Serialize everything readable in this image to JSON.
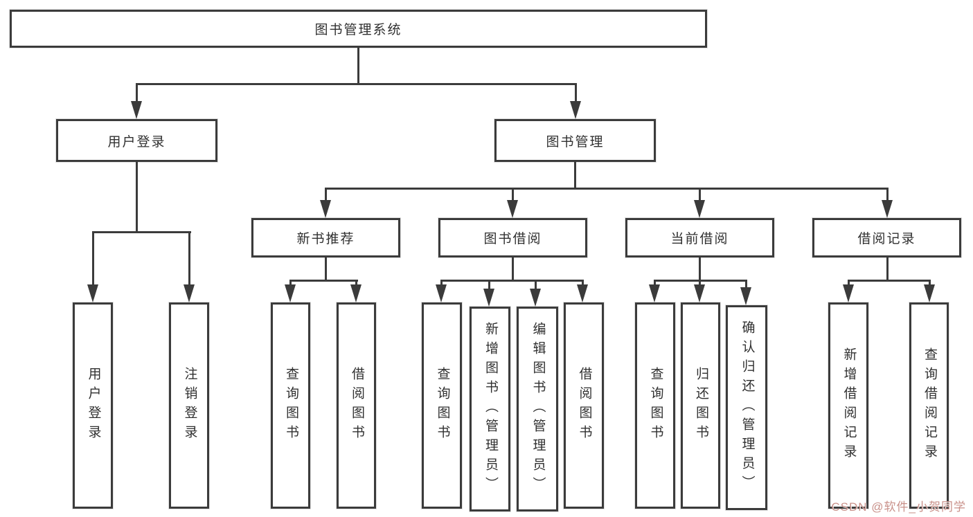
{
  "tree": {
    "root": {
      "label": "图书管理系统",
      "children": [
        {
          "label": "用户登录",
          "children": [
            {
              "label": "用户登录"
            },
            {
              "label": "注销登录"
            }
          ]
        },
        {
          "label": "图书管理",
          "children": [
            {
              "label": "新书推荐",
              "children": [
                {
                  "label": "查询图书"
                },
                {
                  "label": "借阅图书"
                }
              ]
            },
            {
              "label": "图书借阅",
              "children": [
                {
                  "label": "查询图书"
                },
                {
                  "label": "新增图书（管理员）"
                },
                {
                  "label": "编辑图书（管理员）"
                },
                {
                  "label": "借阅图书"
                }
              ]
            },
            {
              "label": "当前借阅",
              "children": [
                {
                  "label": "查询图书"
                },
                {
                  "label": "归还图书"
                },
                {
                  "label": "确认归还（管理员）"
                }
              ]
            },
            {
              "label": "借阅记录",
              "children": [
                {
                  "label": "新增借阅记录"
                },
                {
                  "label": "查询借阅记录"
                }
              ]
            }
          ]
        }
      ]
    }
  },
  "watermark": {
    "text": "CSDN @软件_小贺同学"
  },
  "colors": {
    "line": "#3b3b3b",
    "text": "#303030",
    "watermark": "#c9918a",
    "background": "#ffffff"
  }
}
